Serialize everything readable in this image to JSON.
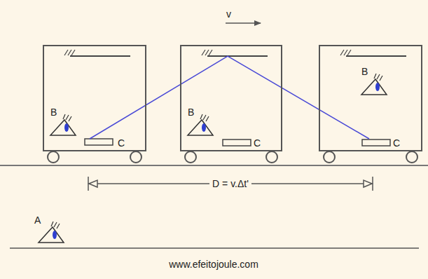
{
  "diagram": {
    "nodes": [
      {
        "text": [
          "B",
          "C"
        ]
      },
      {
        "text": [
          "B",
          "C"
        ]
      },
      {
        "text": [
          "B",
          "C"
        ]
      }
    ],
    "labels": [
      "v",
      "D = v.Δt'",
      "A",
      "www.efeitojoule.com"
    ]
  }
}
